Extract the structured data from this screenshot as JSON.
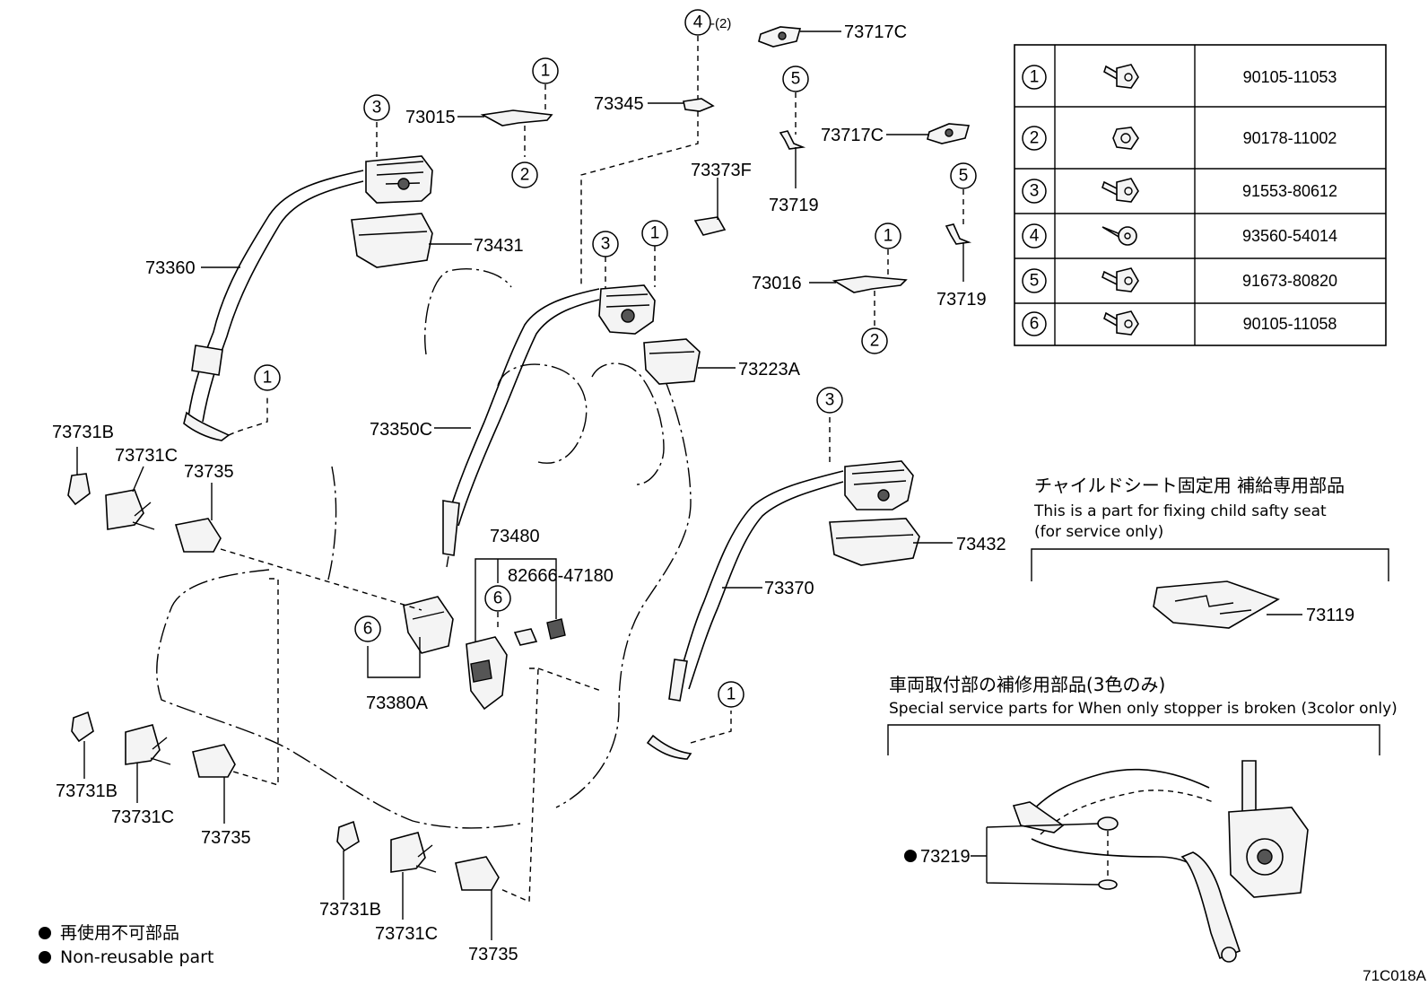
{
  "diagram_code": "71C018A",
  "part_labels": {
    "p73015": "73015",
    "p73345": "73345",
    "p73717c_top": "73717C",
    "p73717c_mid": "73717C",
    "p73719_left": "73719",
    "p73719_right": "73719",
    "p73373f": "73373F",
    "p73016": "73016",
    "p73360": "73360",
    "p73431": "73431",
    "p73223a": "73223A",
    "p73350c": "73350C",
    "p73480": "73480",
    "p82666": "82666-47180",
    "p73380a": "73380A",
    "p73370": "73370",
    "p73432": "73432",
    "p73119": "73119",
    "p73219": "73219",
    "p73731b_1": "73731B",
    "p73731c_1": "73731C",
    "p73735_1": "73735",
    "p73731b_2": "73731B",
    "p73731c_2": "73731C",
    "p73735_2": "73735",
    "p73731b_3": "73731B",
    "p73731c_3": "73731C",
    "p73735_3": "73735",
    "qty_4": "-(2)"
  },
  "callouts": [
    "1",
    "2",
    "3",
    "4",
    "5",
    "6"
  ],
  "fastener_table": [
    {
      "ref": "1",
      "icon": "bolt-icon",
      "part": "90105-11053"
    },
    {
      "ref": "2",
      "icon": "nut-icon",
      "part": "90178-11002"
    },
    {
      "ref": "3",
      "icon": "bolt-icon",
      "part": "91553-80612"
    },
    {
      "ref": "4",
      "icon": "screw-icon",
      "part": "93560-54014"
    },
    {
      "ref": "5",
      "icon": "bolt-icon",
      "part": "91673-80820"
    },
    {
      "ref": "6",
      "icon": "bolt-icon",
      "part": "90105-11058"
    }
  ],
  "notes": {
    "child_seat_jp": "チャイルドシート固定用 補給専用部品",
    "child_seat_en1": "This is a part for fixing child safty seat",
    "child_seat_en2": "(for service only)",
    "stopper_jp": "車両取付部の補修用部品(3色のみ)",
    "stopper_en": "Special service parts for When only stopper is broken (3color only)"
  },
  "legend": {
    "jp": "再使用不可部品",
    "en": "Non-reusable part"
  }
}
